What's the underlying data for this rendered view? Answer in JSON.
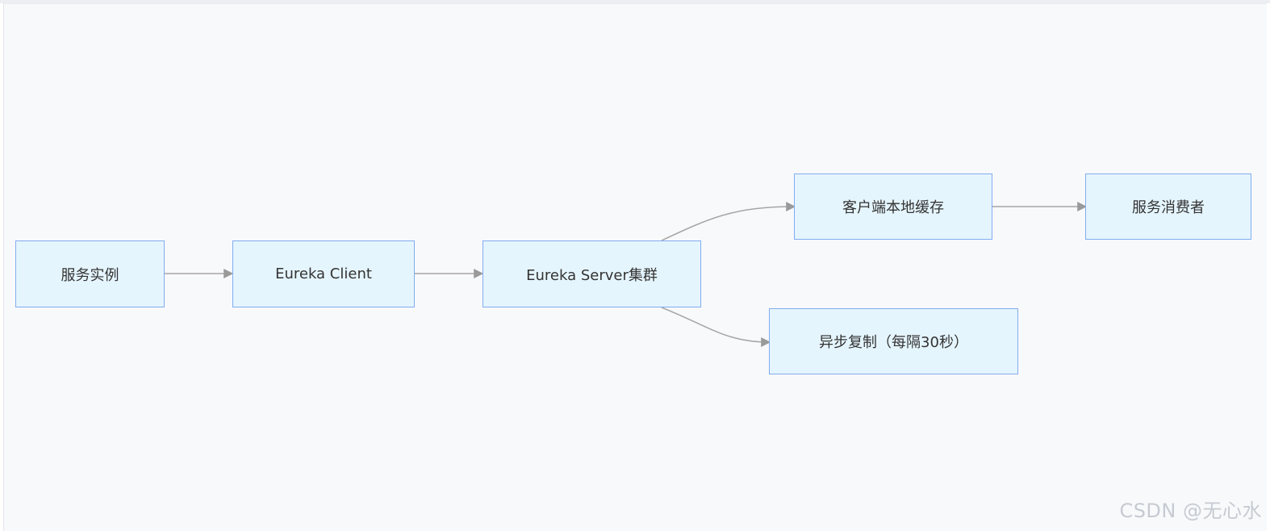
{
  "nodes": {
    "service_instance": "服务实例",
    "eureka_client": "Eureka Client",
    "eureka_server": "Eureka Server集群",
    "client_cache": "客户端本地缓存",
    "service_consumer": "服务消费者",
    "async_replication": "异步复制（每隔30秒）"
  },
  "watermark": "CSDN @无心水",
  "colors": {
    "node_fill": "#e5f5fd",
    "node_border": "#82acf0",
    "edge": "#a6a6a6",
    "background": "#f8f9fb"
  }
}
